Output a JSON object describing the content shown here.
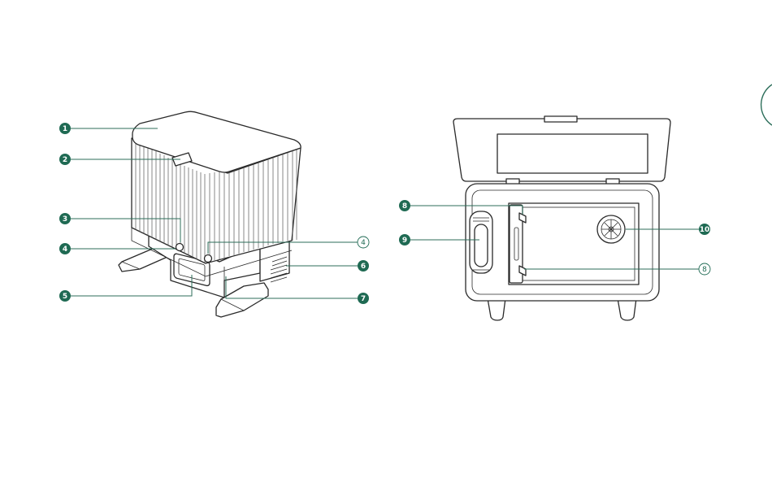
{
  "figure": {
    "left_callouts": [
      {
        "id": "c1",
        "label": "1",
        "style": "filled"
      },
      {
        "id": "c2",
        "label": "2",
        "style": "filled"
      },
      {
        "id": "c3",
        "label": "3",
        "style": "filled"
      },
      {
        "id": "c4a",
        "label": "4",
        "style": "filled"
      },
      {
        "id": "c4b",
        "label": "4",
        "style": "outline"
      },
      {
        "id": "c5",
        "label": "5",
        "style": "filled"
      },
      {
        "id": "c6",
        "label": "6",
        "style": "filled"
      },
      {
        "id": "c7",
        "label": "7",
        "style": "filled"
      }
    ],
    "right_callouts": [
      {
        "id": "c8a",
        "label": "8",
        "style": "filled"
      },
      {
        "id": "c9",
        "label": "9",
        "style": "filled"
      },
      {
        "id": "c10",
        "label": "10",
        "style": "filled"
      },
      {
        "id": "c8b",
        "label": "8",
        "style": "outline"
      }
    ]
  },
  "colors": {
    "accent": "#1f6a53",
    "line": "#2a2a2a",
    "page_tab": "#2c6e5a"
  }
}
